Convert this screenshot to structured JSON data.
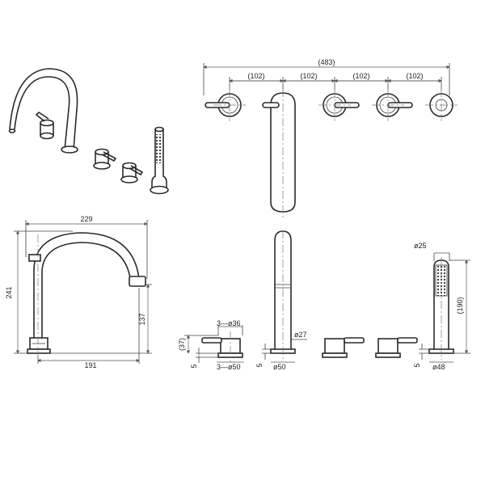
{
  "dimensions": {
    "overall_width": "(483)",
    "spacing_1": "(102)",
    "spacing_2": "(102)",
    "spacing_3": "(102)",
    "spacing_4": "(102)",
    "spout_width": "229",
    "spout_height": "241",
    "spout_outlet_height": "137",
    "spout_reach": "191",
    "valve_height": "(37)",
    "valve_dia_top": "3—ø36",
    "valve_dia_base": "3—ø50",
    "valve_base_thickness": "5",
    "riser_dia": "ø27",
    "riser_base_dia": "ø50",
    "riser_base_thickness": "5",
    "handshower_dia": "ø25",
    "handshower_length": "(190)",
    "handshower_base_dia": "ø48",
    "handshower_base_thickness": "5"
  }
}
